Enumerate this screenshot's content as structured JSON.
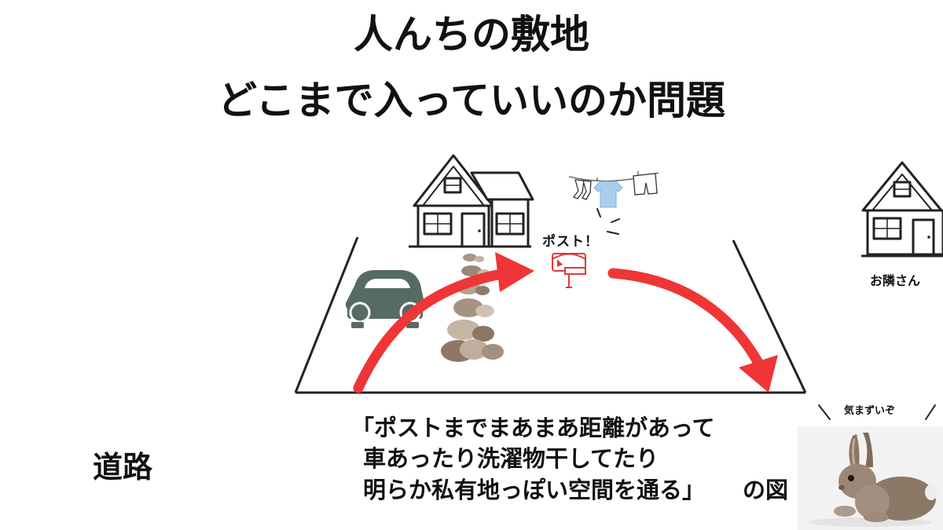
{
  "title": {
    "line1": "人んちの敷地",
    "line2": "どこまで入っていいのか問題"
  },
  "labels": {
    "post": "ポスト！",
    "neighbor": "お隣さん",
    "road": "道路",
    "rabbit_thought": "気まずいぞ"
  },
  "caption": {
    "line1": "「ポストまでまあまあ距離があって",
    "line2": "車あったり洗濯物干してたり",
    "line3": "明らか私有地っぽい空間を通る」",
    "suffix": "の図"
  },
  "colors": {
    "arrow": "#ef3535",
    "car": "#566b62",
    "mailbox": "#e03a3a",
    "shirt": "#a9cdec",
    "stones": "#b3a294"
  },
  "icons": [
    "house-icon",
    "car-icon",
    "stepping-stones-icon",
    "laundry-icon",
    "mailbox-icon",
    "neighbor-house-icon",
    "rabbit-photo"
  ]
}
